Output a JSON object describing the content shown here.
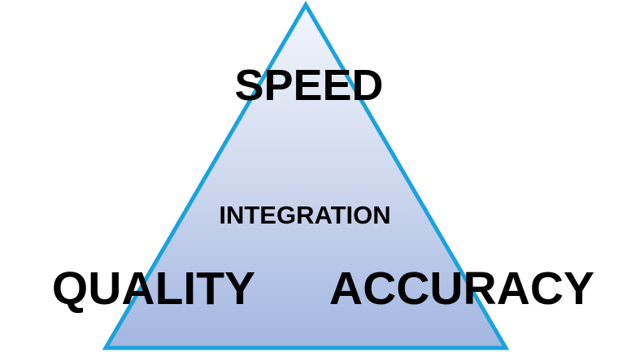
{
  "diagram": {
    "apex_label": "SPEED",
    "center_label": "INTEGRATION",
    "bottom_left_label": "QUALITY",
    "bottom_right_label": "ACCURACY",
    "colors": {
      "triangle_outline": "#1aa3dd",
      "fill_top": "#eef1fa",
      "fill_bottom": "#a4b7e0",
      "text": "#000000"
    }
  }
}
